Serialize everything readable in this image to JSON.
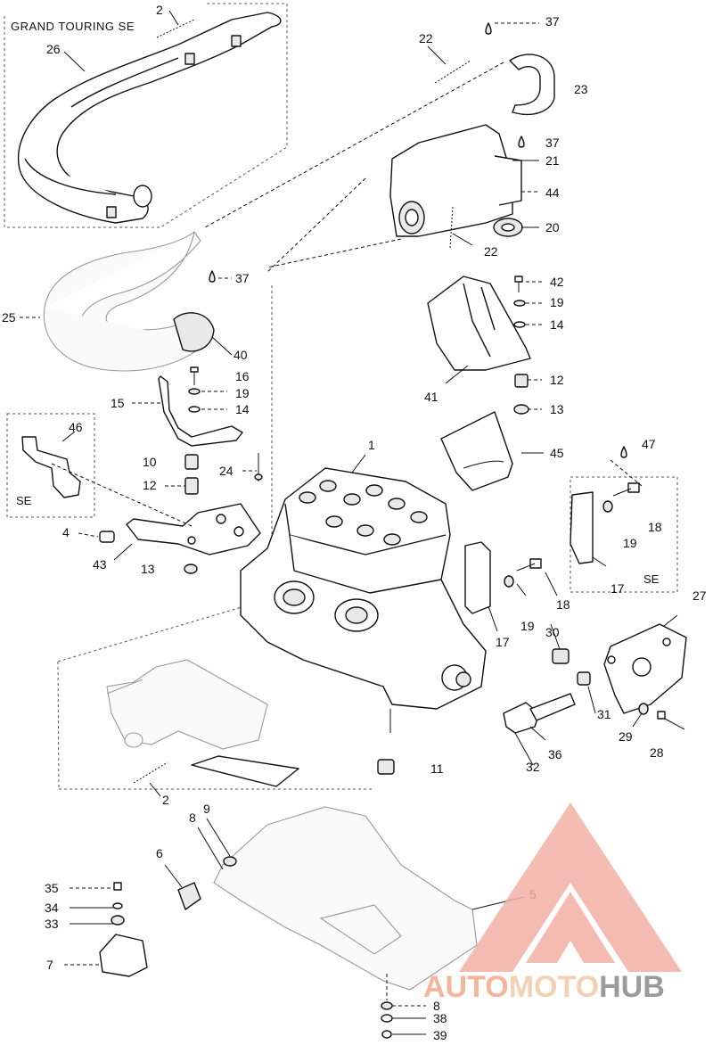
{
  "title_box": "GRAND TOURING SE",
  "se_labels": [
    "SE",
    "SE"
  ],
  "callouts": [
    "1",
    "2",
    "2",
    "4",
    "5",
    "6",
    "7",
    "8",
    "8",
    "9",
    "10",
    "11",
    "12",
    "12",
    "13",
    "13",
    "14",
    "14",
    "15",
    "16",
    "17",
    "17",
    "18",
    "18",
    "19",
    "19",
    "19",
    "19",
    "20",
    "21",
    "22",
    "22",
    "23",
    "24",
    "25",
    "26",
    "27",
    "28",
    "29",
    "30",
    "31",
    "32",
    "33",
    "34",
    "35",
    "36",
    "37",
    "37",
    "37",
    "38",
    "39",
    "40",
    "41",
    "42",
    "43",
    "44",
    "45",
    "46",
    "47"
  ],
  "watermark": {
    "part1": "AUTO",
    "part2": "MOTO",
    "part3": "HUB",
    "color1": "#f4a98a",
    "color2": "#f2c9a8",
    "color3": "#8a8a8a"
  }
}
